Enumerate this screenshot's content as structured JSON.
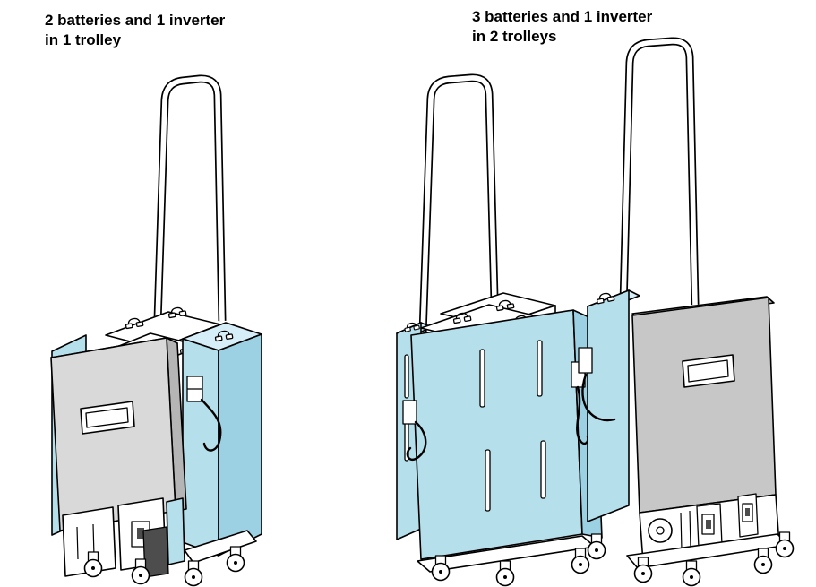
{
  "page": {
    "background": "#ffffff"
  },
  "colors": {
    "page_bg": "#ffffff",
    "outline": "#000000",
    "battery_blue": "#b5dfeb",
    "battery_blue_dark": "#9cd1e3",
    "battery_blue_light": "#d6eef7",
    "inverter_gray": "#d9d9d9",
    "inverter_gray_b": "#c7c7c7",
    "inverter_gray_dark": "#b5b5b5",
    "dark_part": "#4d4d4d"
  },
  "figures": {
    "left": {
      "caption_line1": "2 batteries and 1 inverter",
      "caption_line2": "in 1 trolley"
    },
    "right": {
      "caption_line1": "3 batteries and 1 inverter",
      "caption_line2": "in 2 trolleys"
    }
  }
}
